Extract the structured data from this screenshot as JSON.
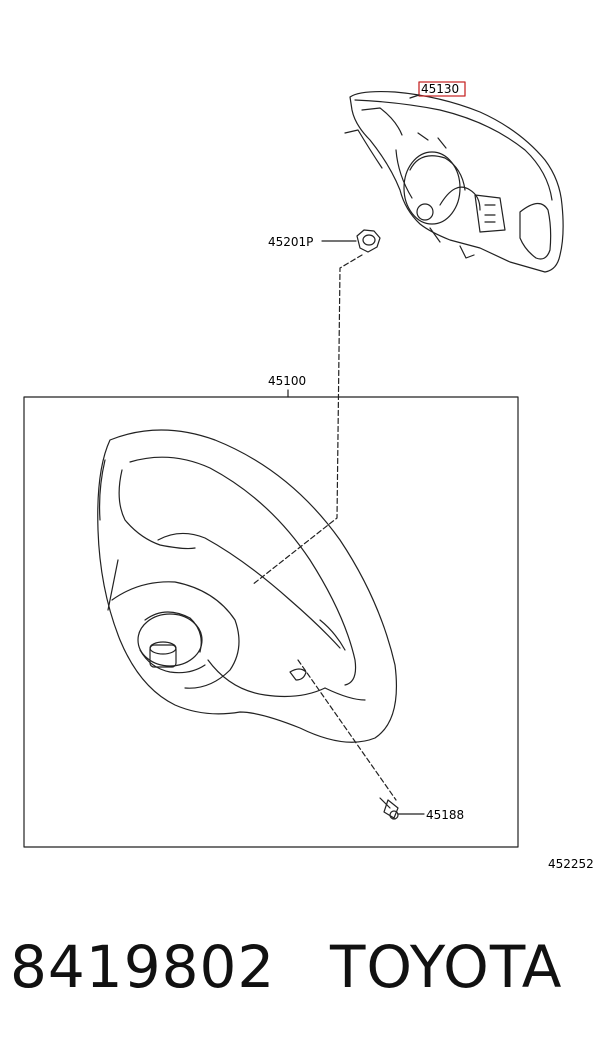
{
  "diagram": {
    "callouts": {
      "airbag": "45130",
      "nut": "45201P",
      "wheel": "45100",
      "screw": "45188",
      "figure_ref": "452252"
    }
  },
  "footer": {
    "part_number": "8419802",
    "brand": "TOYOTA"
  }
}
